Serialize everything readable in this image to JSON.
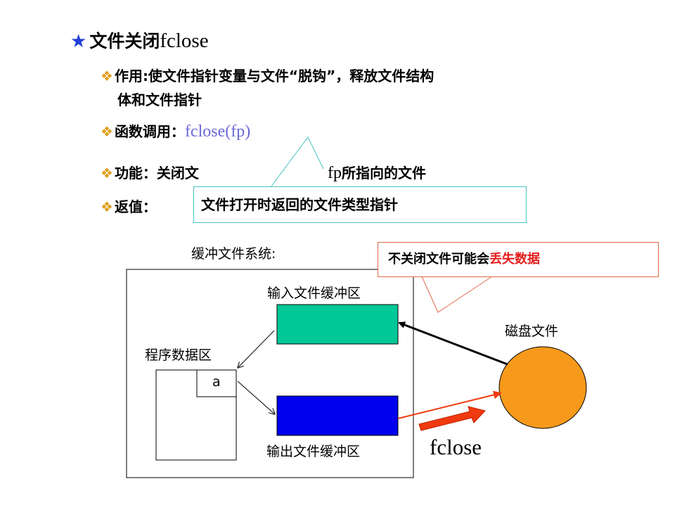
{
  "title": {
    "cn": "文件关闭",
    "en": "fclose"
  },
  "bullets": {
    "purpose": {
      "label": "作用",
      "text": ":使文件指针变量与文件“脱钩”，释放文件结构",
      "text2": "体和文件指针"
    },
    "call": {
      "label": "函数调用：",
      "code": "fclose(fp)"
    },
    "function": {
      "label": "功能：关闭文",
      "code": "fp",
      "suffix": "所指向的文件"
    },
    "return": {
      "label": "返值："
    }
  },
  "callout_fp": "文件打开时返回的文件类型指针",
  "callout_warning": {
    "prefix": "不关闭文件可能会",
    "highlight": "丢失数据"
  },
  "diagram": {
    "system_label": "缓冲文件系统:",
    "input_buffer": "输入文件缓冲区",
    "output_buffer": "输出文件缓冲区",
    "program_area": "程序数据区",
    "var_a": "a",
    "disk_file": "磁盘文件",
    "fclose_label": "fclose"
  },
  "colors": {
    "input_buffer": "#00c896",
    "output_buffer": "#0000ee",
    "disk": "#f79a1c",
    "red_arrow": "#f03a10",
    "callout1_border": "#4cc4c4",
    "callout2_border": "#e06a4a"
  }
}
